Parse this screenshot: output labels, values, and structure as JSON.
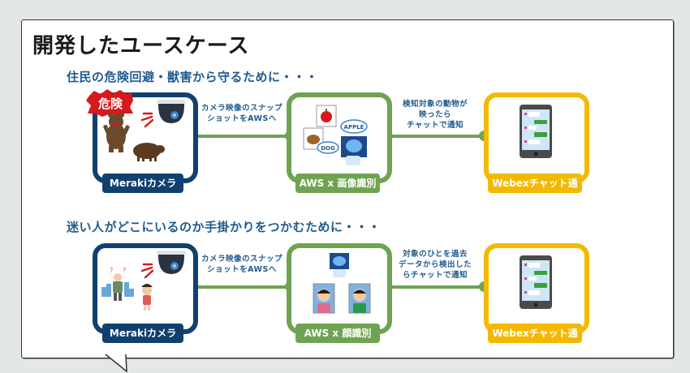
{
  "title": "開発したユースケース",
  "use_cases": [
    {
      "subtitle": "住民の危険回避・獣害から守るために・・・",
      "steps": [
        {
          "label": "Merakiカメラ",
          "badge": "危険",
          "color": "#10406e"
        },
        {
          "label": "AWS x 画像識別",
          "color": "#6fa352",
          "tags": [
            "APPLE",
            "DOG"
          ]
        },
        {
          "label": "Webexチャット通知",
          "color": "#f5b800"
        }
      ],
      "connectors": [
        {
          "caption_lines": [
            "カメラ映像のスナップ",
            "ショットをAWSへ"
          ]
        },
        {
          "caption_lines": [
            "検知対象の動物が",
            "映ったら",
            "チャットで通知"
          ]
        }
      ]
    },
    {
      "subtitle": "迷い人がどこにいるのか手掛かりをつかむために・・・",
      "steps": [
        {
          "label": "Merakiカメラ",
          "color": "#10406e"
        },
        {
          "label": "AWS x 顔識別",
          "color": "#6fa352"
        },
        {
          "label": "Webexチャット通知",
          "color": "#f5b800"
        }
      ],
      "connectors": [
        {
          "caption_lines": [
            "カメラ映像のスナップ",
            "ショットをAWSへ"
          ]
        },
        {
          "caption_lines": [
            "対象のひとを過去",
            "データから検出した",
            "らチャットで通知"
          ]
        }
      ]
    }
  ]
}
